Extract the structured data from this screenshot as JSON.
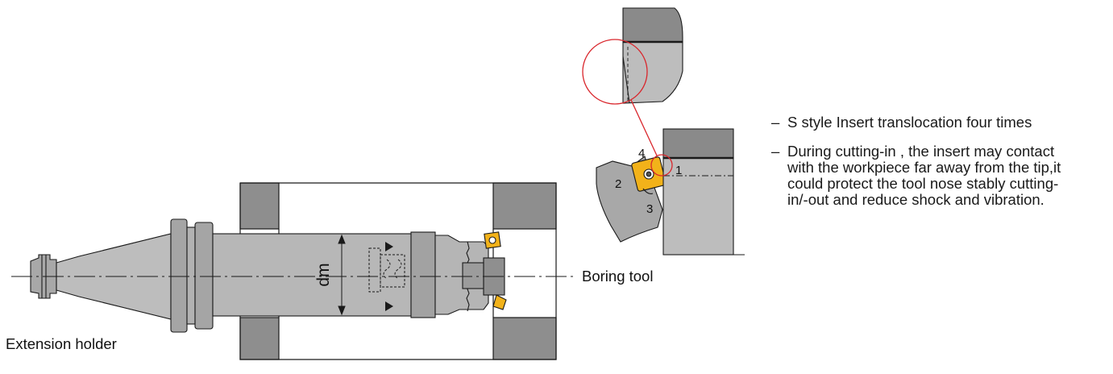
{
  "labels": {
    "extension_holder": "Extension holder",
    "boring_tool": "Boring tool",
    "dm": "dm",
    "insert_positions": [
      "1",
      "2",
      "3",
      "4"
    ]
  },
  "notes": {
    "dash": "–",
    "items": [
      {
        "lines": [
          "S style Insert translocation four times"
        ]
      },
      {
        "lines": [
          "During cutting-in , the insert may contact",
          "with the workpiece far away from the tip,it",
          "could protect the tool nose stably cutting-",
          "in/-out and reduce shock and vibration."
        ]
      }
    ]
  },
  "colors": {
    "tool_body": "#b7b7b7",
    "tool_body_dark": "#9a9a9a",
    "workpiece": "#8e8e8e",
    "insert": "#f2b21a",
    "circle": "#d9262c",
    "outline": "#1a1a1a"
  }
}
